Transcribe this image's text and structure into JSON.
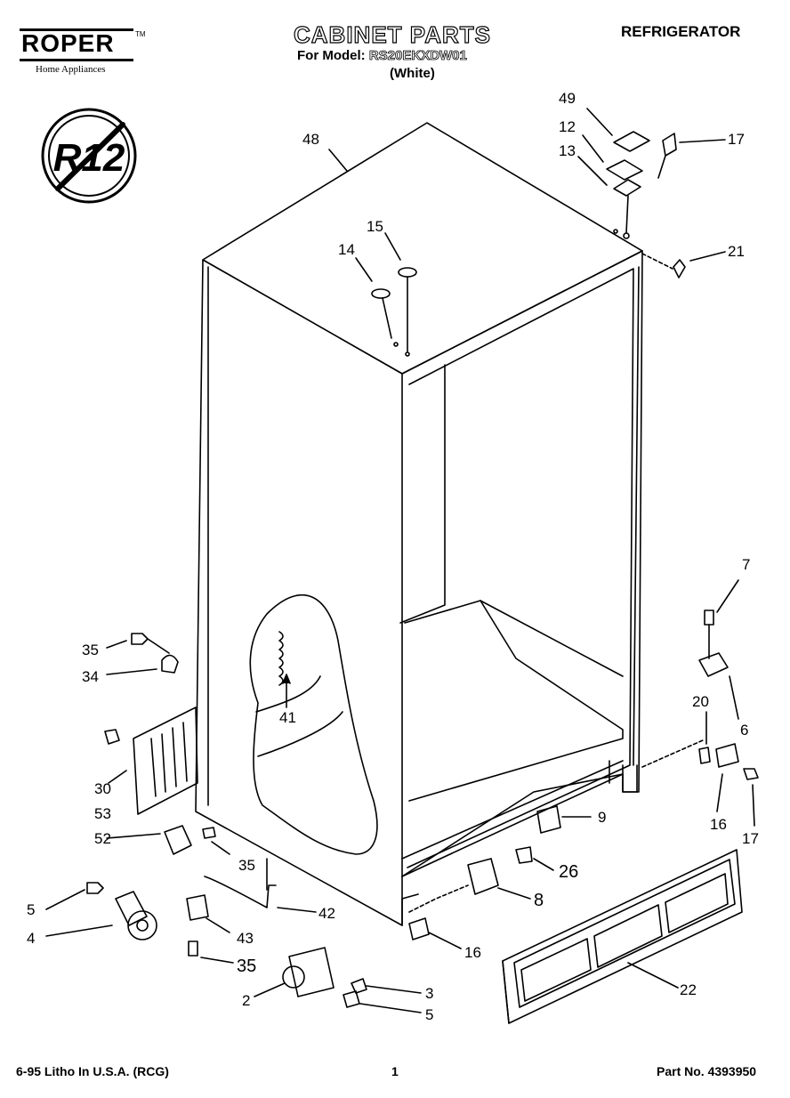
{
  "brand": {
    "name": "ROPER",
    "tm": "TM",
    "tagline": "Home Appliances"
  },
  "header": {
    "title": "CABINET PARTS",
    "model_prefix": "For Model:",
    "model_number": "RS20EKXDW01",
    "color": "(White)",
    "category": "REFRIGERATOR"
  },
  "badge": {
    "text": "R12",
    "icon": "no-r12-refrigerant-icon"
  },
  "callouts": [
    "48",
    "49",
    "12",
    "13",
    "17",
    "21",
    "14",
    "15",
    "35",
    "34",
    "41",
    "30",
    "53",
    "52",
    "35b",
    "5",
    "4",
    "42",
    "43",
    "35c",
    "2",
    "3",
    "5b",
    "26",
    "8",
    "16",
    "9",
    "16b",
    "17b",
    "20",
    "6",
    "7",
    "22"
  ],
  "labels": {
    "48": "48",
    "49": "49",
    "12": "12",
    "13": "13",
    "17": "17",
    "21": "21",
    "14": "14",
    "15": "15",
    "35": "35",
    "34": "34",
    "41": "41",
    "30": "30",
    "53": "53",
    "52": "52",
    "35b": "35",
    "5": "5",
    "4": "4",
    "42": "42",
    "43": "43",
    "35c": "35",
    "2": "2",
    "3": "3",
    "5b": "5",
    "26": "26",
    "8": "8",
    "16": "16",
    "9": "9",
    "16b": "16",
    "17b": "17",
    "20": "20",
    "6": "6",
    "7": "7",
    "22": "22"
  },
  "footer": {
    "left": "6-95 Litho In U.S.A. (RCG)",
    "page": "1",
    "part": "Part No. 4393950"
  }
}
